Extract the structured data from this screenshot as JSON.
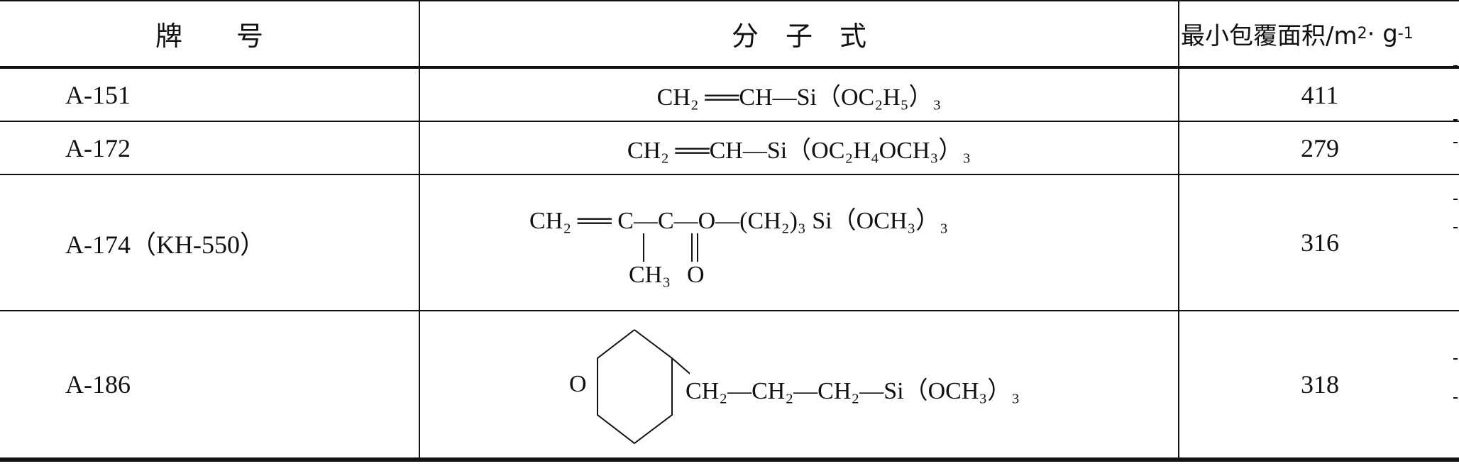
{
  "header": {
    "col_brand": "牌　　号",
    "col_formula": "分　子　式",
    "col_area": "最小包覆面积/m",
    "col_area_sup": "2",
    "col_area_tail": " · g",
    "col_area_tail_sup": "-1"
  },
  "rows": [
    {
      "brand": "A-151",
      "formula": "CH₂ ══CH—Si（OC₂H₅）₃",
      "area": "411"
    },
    {
      "brand": "A-172",
      "formula": "CH₂ ══CH—Si（OC₂H₄OCH₃）₃",
      "area": "279"
    },
    {
      "brand": "A-174（KH-550）",
      "formula_main": "CH₂ ══ C—C—O—(CH₂)₃ Si（OCH₃）₃",
      "formula_sub1": "CH₃",
      "formula_sub2": "O",
      "area": "316"
    },
    {
      "brand": "A-186",
      "formula_ring_o": "O",
      "formula": "CH₂—CH₂—CH₂—Si（OCH₃）₃",
      "area": "318"
    }
  ]
}
